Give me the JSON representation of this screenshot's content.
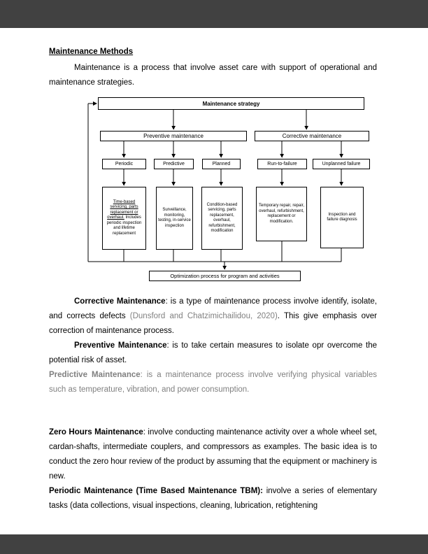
{
  "colors": {
    "viewer_background": "#414141",
    "page_background": "#ffffff",
    "text": "#000000",
    "muted_text": "#808080"
  },
  "document": {
    "title": "Maintenance Methods",
    "intro": "Maintenance is a process that involve asset care with support of operational and maintenance strategies.",
    "paragraphs": {
      "corrective": {
        "lead": "Corrective Maintenance",
        "body": ": is a type of maintenance process involve identify, isolate, and corrects defects ",
        "citation": "(Dunsford and Chatzimichailidou, 2020)",
        "tail": ". This give emphasis over correction of maintenance process."
      },
      "preventive": {
        "lead": "Preventive Maintenance",
        "body": ": is to take certain measures to isolate opr overcome the potential risk of asset."
      },
      "predictive": {
        "lead": "Predictive Maintenance",
        "body": ": is a maintenance process involve verifying physical variables such as temperature, vibration, and power consumption."
      },
      "zero_hours": {
        "lead": "Zero Hours Maintenance",
        "body": ": involve conducting maintenance activity over a whole wheel set, cardan-shafts, intermediate couplers, and compressors as examples. The basic idea is to conduct the zero hour review of the product by assuming that the equipment or machinery is new."
      },
      "periodic": {
        "lead": "Periodic Maintenance (Time Based Maintenance TBM):",
        "body": " involve a series of elementary tasks (data collections, visual inspections, cleaning, lubrication, retightening"
      }
    }
  },
  "flowchart": {
    "root": "Maintenance strategy",
    "preventive": "Preventive maintenance",
    "corrective": "Corrective maintenance",
    "periodic": "Periodic",
    "predictive": "Predictive",
    "planned": "Planned",
    "run_to_failure": "Run-to-failure",
    "unplanned_failure": "Unplanned failure",
    "periodic_detail_underlined": "Time-based servicing, parts replacement or overhaul.",
    "periodic_detail_rest": " Includes periodic inspection and lifetime replacement",
    "predictive_detail": "Surveillance, monitoring, testing, in-service inspection",
    "planned_detail": "Condition-based servicing, parts replacement, overhaul, refurbishment, modification",
    "run_to_failure_detail": "Temporary repair, repair, overhaul, refurbishment, replacement or modification.",
    "unplanned_failure_detail": "Inspection and failure diagnosis",
    "footer": "Optimization process for program and activities"
  }
}
